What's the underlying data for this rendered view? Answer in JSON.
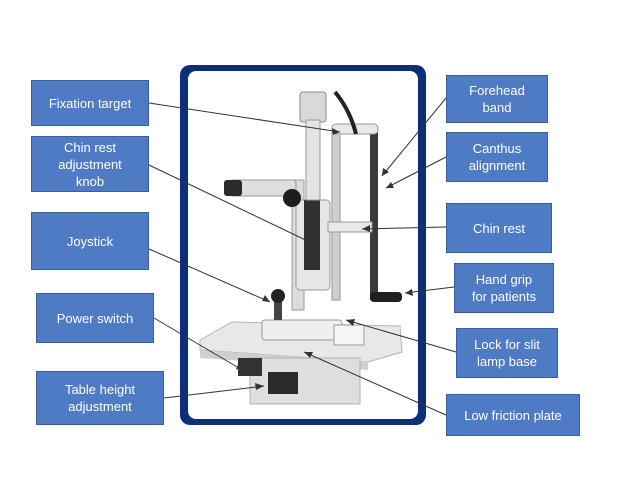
{
  "labels": {
    "fixation_target": "Fixation target",
    "chin_rest_knob": "Chin rest\nadjustment\nknob",
    "joystick": "Joystick",
    "power_switch": "Power switch",
    "table_height": "Table height\nadjustment",
    "forehead_band": "Forehead\nband",
    "canthus_alignment": "Canthus\nalignment",
    "chin_rest": "Chin rest",
    "hand_grip": "Hand grip\nfor patients",
    "lock_slit_lamp": "Lock for slit\nlamp base",
    "low_friction_plate": "Low friction plate"
  },
  "colors": {
    "label_fill": "#4f7bc4",
    "label_border": "#3a5f9e",
    "frame": "#0c2f7a"
  }
}
